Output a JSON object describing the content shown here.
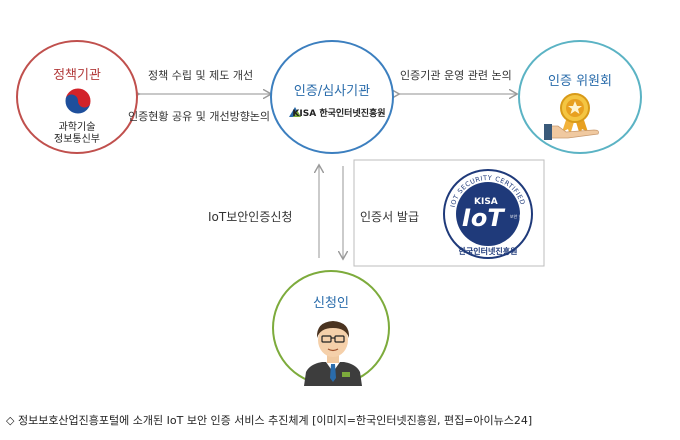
{
  "nodes": {
    "gov": {
      "title": "정책기관",
      "org_line1": "과학기술",
      "org_line2": "정보통신부",
      "title_color": "#b23a3a",
      "ring_color": "#c0504d"
    },
    "cert": {
      "title": "인증/심사기관",
      "org": "KISA 한국인터넷진흥원",
      "title_color": "#2a6cab",
      "ring_color": "#3c7fbf"
    },
    "committee": {
      "title": "인증 위원회",
      "title_color": "#2a6cab",
      "ring_color": "#5bb3c4"
    },
    "applicant": {
      "title": "신청인",
      "title_color": "#2a6cab",
      "ring_color": "#7dab3c"
    }
  },
  "edges": {
    "gov_cert_top": "정책 수립 및 제도 개선",
    "gov_cert_bottom": "인증현황 공유 및 개선방향논의",
    "cert_committee": "인증기관 운영 관련 논의",
    "apply": "IoT보안인증신청",
    "issue": "인증서 발급"
  },
  "badge": {
    "kisa": "KISA",
    "iot": "IoT",
    "ring_text": "IOT SECURITY CERTIFIED",
    "bottom": "한국인터넷진흥원",
    "side": "보안 인증"
  },
  "caption": "◇ 정보보호산업진흥포털에 소개된 IoT 보안 인증 서비스 추진체계 [이미지=한국인터넷진흥원, 편집=아이뉴스24]"
}
